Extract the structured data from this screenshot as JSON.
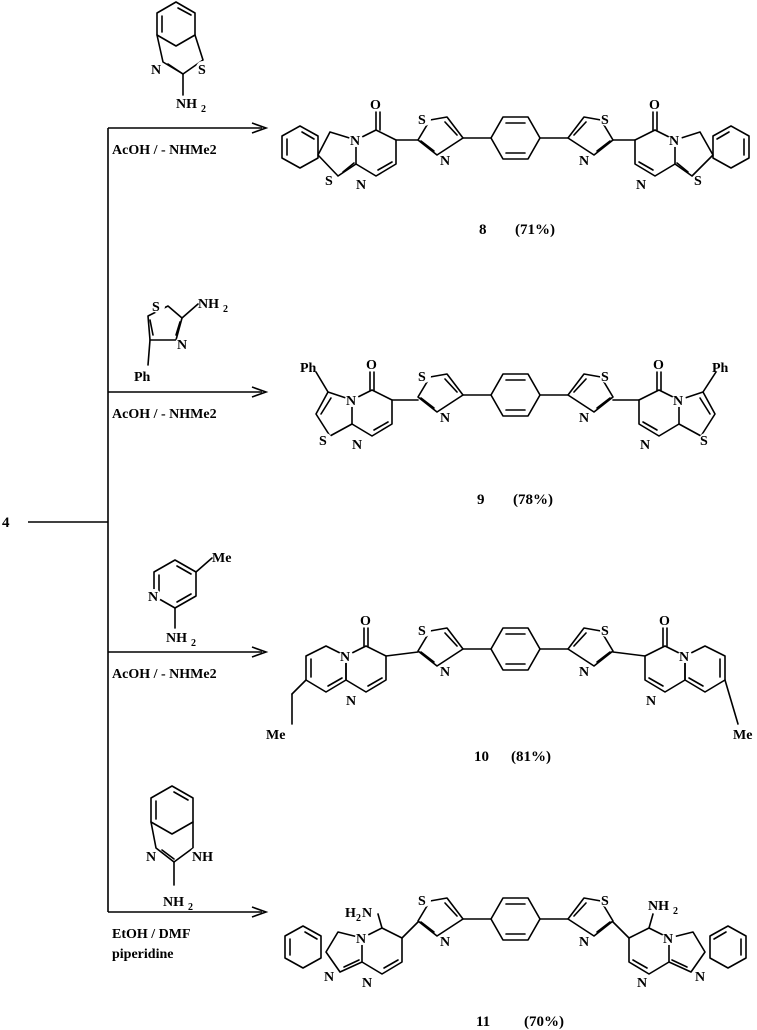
{
  "starting_material": "4",
  "reactions": [
    {
      "reagent": "2-aminobenzothiazole",
      "conditions": [
        "AcOH / - NHMe2"
      ],
      "product": {
        "number": "8",
        "yield": "(71%)"
      }
    },
    {
      "reagent": "2-amino-4-phenylthiazole",
      "conditions": [
        "AcOH / - NHMe2"
      ],
      "product": {
        "number": "9",
        "yield": "(78%)"
      }
    },
    {
      "reagent": "2-amino-4-methylpyridine",
      "conditions": [
        "AcOH / - NHMe2"
      ],
      "product": {
        "number": "10",
        "yield": "(81%)"
      }
    },
    {
      "reagent": "2-aminobenzimidazole",
      "conditions": [
        "EtOH / DMF",
        "piperidine"
      ],
      "product": {
        "number": "11",
        "yield": "(70%)"
      }
    }
  ],
  "atom_labels": {
    "S": "S",
    "N": "N",
    "O": "O",
    "NH": "NH",
    "NH2": "NH",
    "H2N": "H",
    "sub2": "2",
    "Ph": "Ph",
    "Me": "Me"
  }
}
